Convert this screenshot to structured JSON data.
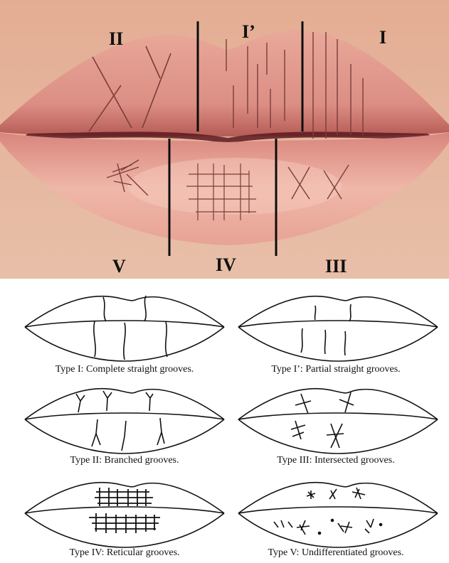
{
  "photo_labels": {
    "top_left": "II",
    "top_middle": "I’",
    "top_right": "I",
    "bottom_left": "V",
    "bottom_middle": "IV",
    "bottom_right": "III"
  },
  "captions": {
    "type_i": "Type I: Complete straight grooves.",
    "type_i_prime": "Type I’: Partial straight grooves.",
    "type_ii": "Type II: Branched grooves.",
    "type_iii": "Type III: Intersected grooves.",
    "type_iv": "Type IV: Reticular grooves.",
    "type_v": "Type V: Undifferentiated grooves."
  },
  "colors": {
    "skin": "#e6b8a3",
    "lip": "#d88f86",
    "lip_dark": "#8a2e2e",
    "line": "#111111"
  }
}
